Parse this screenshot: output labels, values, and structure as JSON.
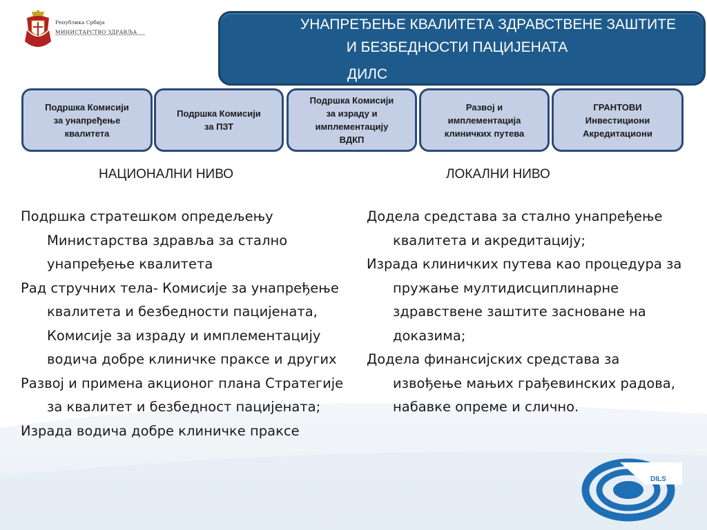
{
  "logo": {
    "line1": "Република Србија",
    "line2": "МИНИСТАРСТВО ЗДРАВЉА"
  },
  "banner": {
    "line1": "УНАПРЕЂЕЊЕ КВАЛИТЕТА ЗДРАВСТВЕНЕ ЗАШТИТЕ",
    "line2": "И БЕЗБЕДНОСТИ  ПАЦИЈЕНАТА",
    "line3": "ДИЛС"
  },
  "boxes": [
    "Подршка Комисији\nза унапређење\nквалитета",
    "Подршка Комисији\nза ПЗТ",
    "Подршка Комисији\nза израду и\nимплементацију\nВДКП",
    "Развој и\nимплементација\nклиничких путева",
    "ГРАНТОВИ\nИнвестициони\nАкредитациони"
  ],
  "left": {
    "heading": "НАЦИОНАЛНИ НИВО",
    "items": [
      "Подршка стратешком опредељењу Министарства здравља за стално унапређење квалитета",
      "Рад стручних тела- Комисије за унапређење квалитета и безбедности пацијената, Комисије за израду и имплементацију водича добре клиничке праксе и других",
      "Развој и примена акционог плана Стратегије за квалитет и безбедност пацијената;",
      "Израда водича добре клиничке праксе"
    ]
  },
  "right": {
    "heading": "ЛОКАЛНИ НИВО",
    "items": [
      "Додела средстава за стално унапређење квалитета и акредитацију;",
      "Израда клиничких путева као процедура за пружање мултидисциплинарне здравствене заштите засноване на доказима;",
      "Додела финансијских средстава за извођење мањих грађевинских радова, набавке опреме и слично."
    ]
  },
  "dils_logo": "DILS",
  "colors": {
    "banner": "#1e5b8c",
    "box_fill": "#c4cfe6",
    "box_border": "#2c4a78",
    "logo_blue": "#1f6fb5"
  }
}
